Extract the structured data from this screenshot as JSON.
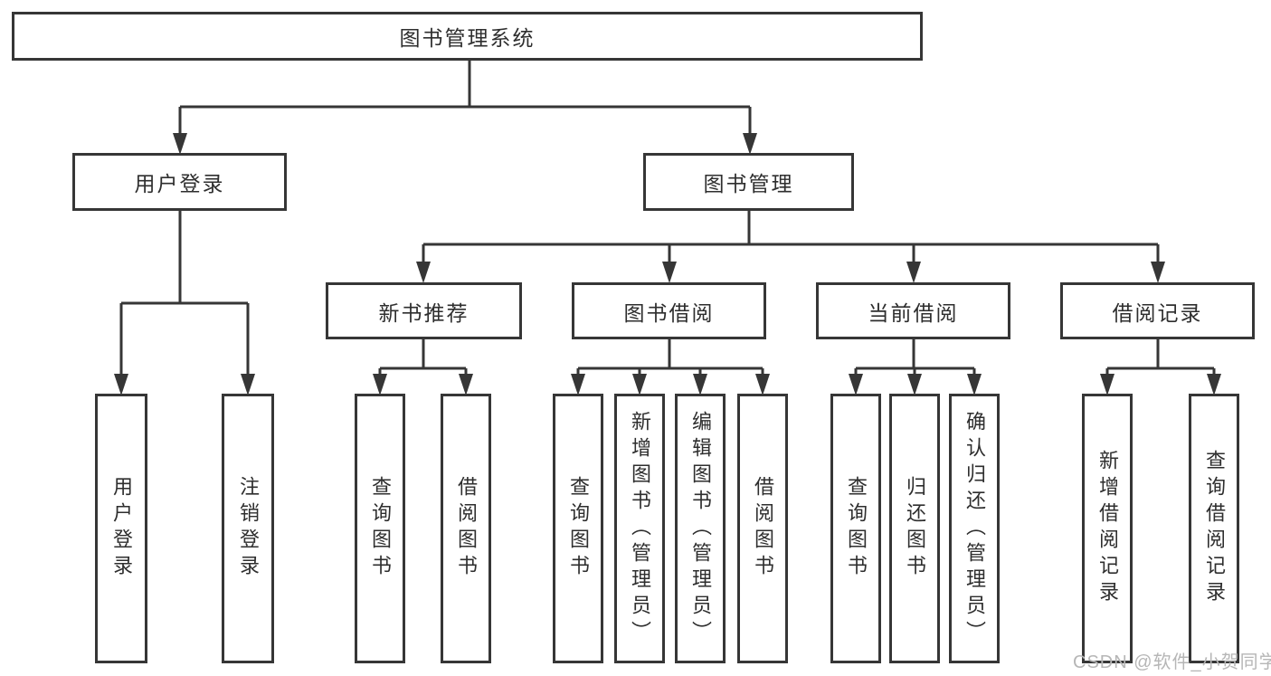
{
  "diagram": {
    "root": "图书管理系统",
    "branches": [
      {
        "label": "用户登录",
        "children": [
          "用户登录",
          "注销登录"
        ]
      },
      {
        "label": "图书管理",
        "sections": [
          {
            "label": "新书推荐",
            "children": [
              "查询图书",
              "借阅图书"
            ]
          },
          {
            "label": "图书借阅",
            "children": [
              "查询图书",
              "新增图书（管理员）",
              "编辑图书（管理员）",
              "借阅图书"
            ]
          },
          {
            "label": "当前借阅",
            "children": [
              "查询图书",
              "归还图书",
              "确认归还（管理员）"
            ]
          },
          {
            "label": "借阅记录",
            "children": [
              "新增借阅记录",
              "查询借阅记录"
            ]
          }
        ]
      }
    ]
  },
  "watermark": "CSDN @软件_小贺同学",
  "colors": {
    "line": "#363636",
    "text": "#2e2e2e",
    "watermark": "#b6b6b6",
    "background": "#ffffff"
  }
}
